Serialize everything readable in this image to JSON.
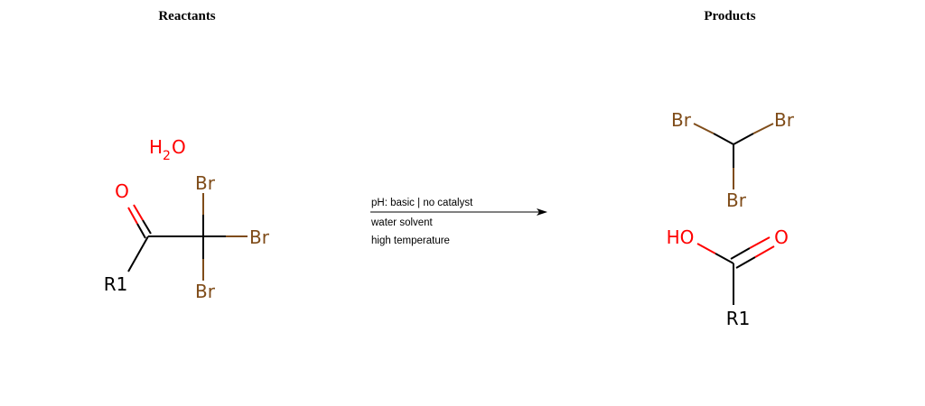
{
  "colors": {
    "carbon": "#000000",
    "oxygen": "#ff0000",
    "bromine": "#7f4c19",
    "text": "#000000"
  },
  "reactants": {
    "title": "Reactants",
    "water": {
      "h": "H",
      "sub": "2",
      "o": "O"
    },
    "ketone": {
      "oxygen": "O",
      "r_group": "R1",
      "bromine_top": "Br",
      "bromine_right": "Br",
      "bromine_bottom": "Br"
    }
  },
  "conditions": {
    "line1": "pH: basic | no catalyst",
    "line2": "water solvent",
    "line3": "high temperature"
  },
  "products": {
    "title": "Products",
    "bromoform": {
      "bromine_left": "Br",
      "bromine_right": "Br",
      "bromine_bottom": "Br"
    },
    "acid": {
      "hydroxyl": "HO",
      "oxygen": "O",
      "r_group": "R1"
    }
  }
}
